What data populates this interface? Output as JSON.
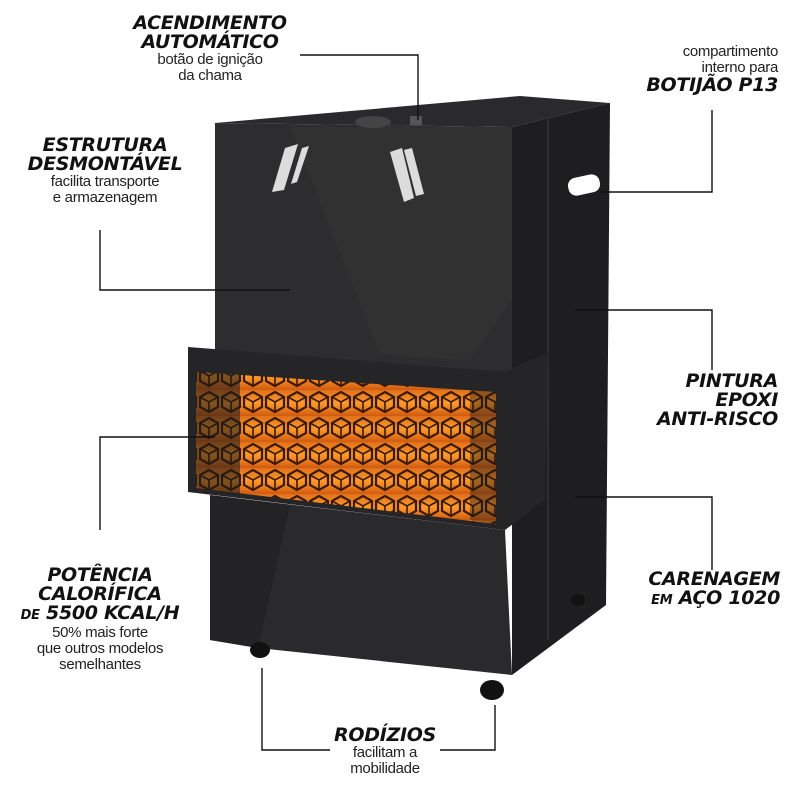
{
  "labels": {
    "ignition": {
      "title1": "ACENDIMENTO",
      "title2": "AUTOMÁTICO",
      "sub1": "botão de ignição",
      "sub2": "da chama"
    },
    "structure": {
      "title1": "ESTRUTURA",
      "title2": "DESMONTÁVEL",
      "sub1": "facilita transporte",
      "sub2": "e armazenagem"
    },
    "compartment": {
      "sub1": "compartimento",
      "sub2": "interno para",
      "title": "BOTIJÃO P13"
    },
    "paint": {
      "title1": "PINTURA",
      "title2": "EPOXI",
      "title3": "ANTI-RISCO"
    },
    "power": {
      "title1": "POTÊNCIA",
      "title2": "CALORÍFICA",
      "title3_prefix": "DE",
      "title3": "5500 KCAL/H",
      "sub1": "50% mais forte",
      "sub2": "que outros modelos",
      "sub3": "semelhantes"
    },
    "casing": {
      "title1": "CARENAGEM",
      "title2_prefix": "EM",
      "title2": "AÇO 1020"
    },
    "wheels": {
      "title": "RODÍZIOS",
      "sub1": "facilitam a",
      "sub2": "mobilidade"
    }
  },
  "colors": {
    "body": "#2b2b2d",
    "body_dark": "#1d1d1f",
    "flame": "#f08a1c",
    "flame_glow": "#ffb347",
    "line": "#111111"
  }
}
